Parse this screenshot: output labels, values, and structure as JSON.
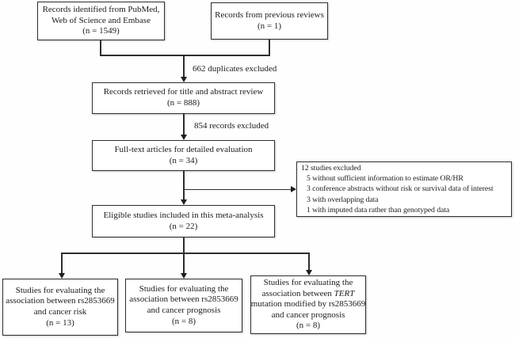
{
  "boxes": {
    "identified": {
      "lines": [
        "Records identified from PubMed,",
        "Web of Science and Embase",
        "(n = 1549)"
      ]
    },
    "previous": {
      "lines": [
        "Records from previous reviews",
        "(n = 1)"
      ]
    },
    "retrieved": {
      "lines": [
        "Records retrieved for title and abstract review",
        "(n = 888)"
      ]
    },
    "fulltext": {
      "lines": [
        "Full-text articles for detailed evaluation",
        "(n = 34)"
      ]
    },
    "excluded": {
      "lines": [
        "12 studies excluded",
        "5 without sufficient information to estimate OR/HR",
        "3 conference abstracts without risk or survival data of interest",
        "3 with overlapping data",
        "1 with imputed data rather than genotyped data"
      ]
    },
    "eligible": {
      "lines": [
        "Eligible studies included in this meta-analysis",
        "(n = 22)"
      ]
    },
    "risk": {
      "lines": [
        "Studies for evaluating the",
        "association between rs2853669",
        "and cancer risk",
        "(n = 13)"
      ]
    },
    "prognosis": {
      "lines": [
        "Studies for evaluating the",
        "association between rs2853669",
        "and cancer prognosis",
        "(n = 8)"
      ]
    },
    "tert": {
      "line1": "Studies for evaluating the",
      "line2_prefix": "association between ",
      "line2_gene": "TERT",
      "line3": "mutation modified by rs2853669",
      "line4": "and cancer prognosis",
      "line5": "(n = 8)"
    }
  },
  "labels": {
    "duplicates_excluded": "662 duplicates excluded",
    "records_excluded": "854 records excluded"
  },
  "colors": {
    "border": "#2e2e2e",
    "line": "#2e2e2e",
    "text": "#1c1c1c",
    "background": "#ffffff"
  }
}
